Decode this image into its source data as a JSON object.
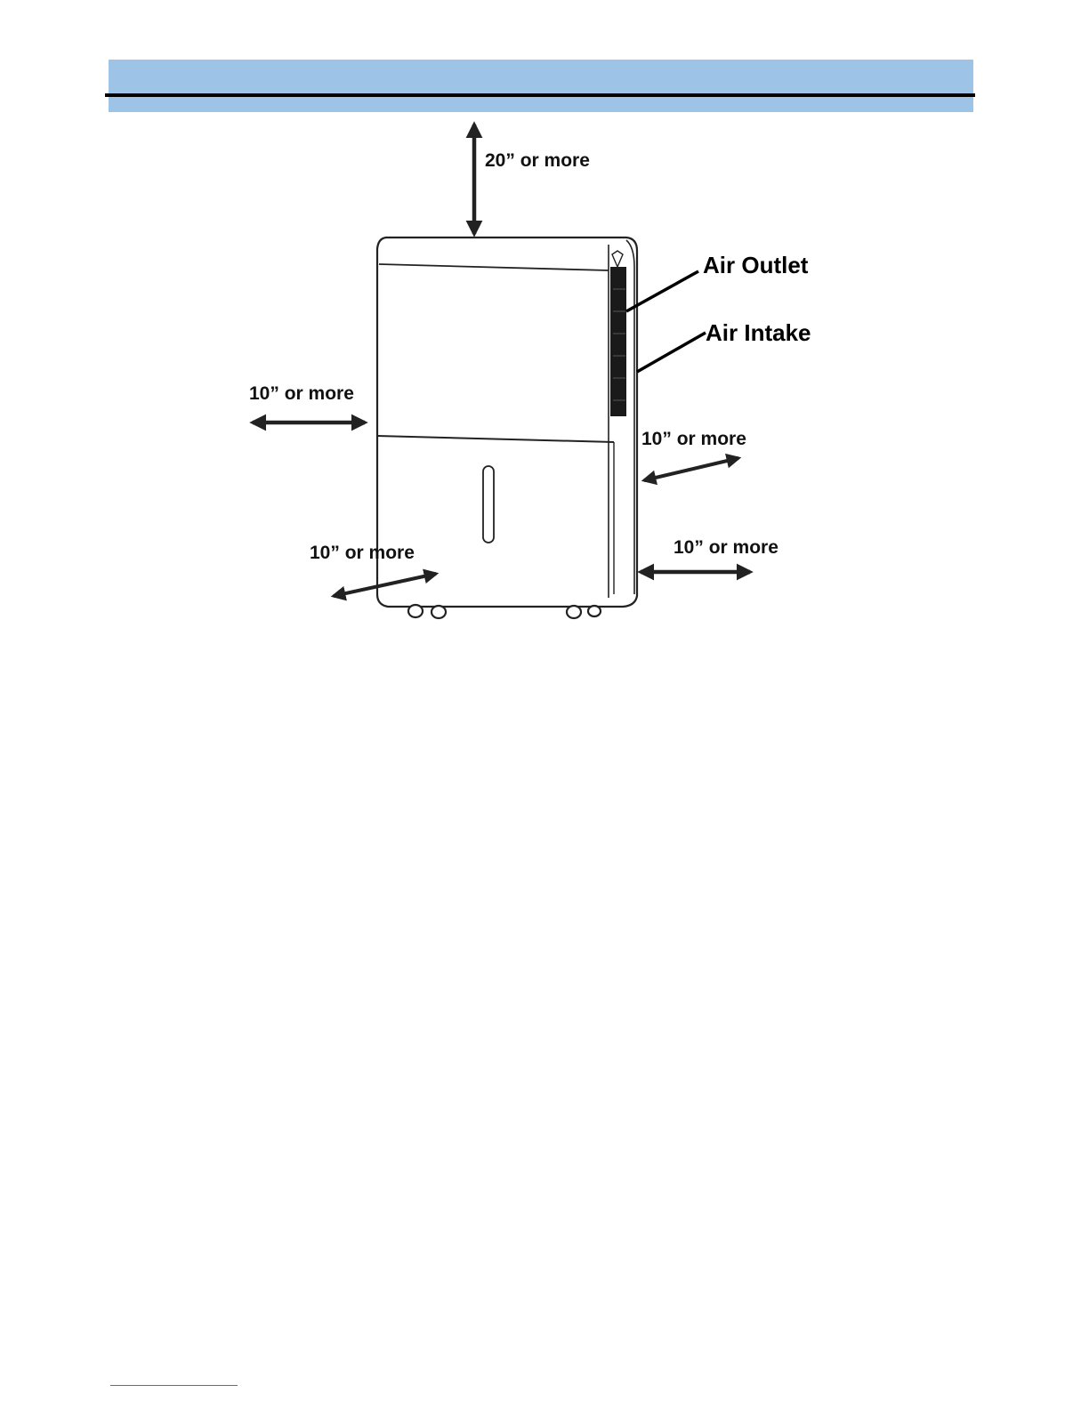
{
  "colors": {
    "header_band": "#9dc3e6",
    "header_rule": "#000000",
    "footer_rule": "#4472c4"
  },
  "diagram": {
    "clearance_top": "20” or more",
    "clearance_left": "10” or more",
    "clearance_front_left": "10” or more",
    "clearance_right_upper": "10” or more",
    "clearance_right_lower": "10” or more",
    "callout_outlet": "Air Outlet",
    "callout_intake": "Air Intake"
  }
}
